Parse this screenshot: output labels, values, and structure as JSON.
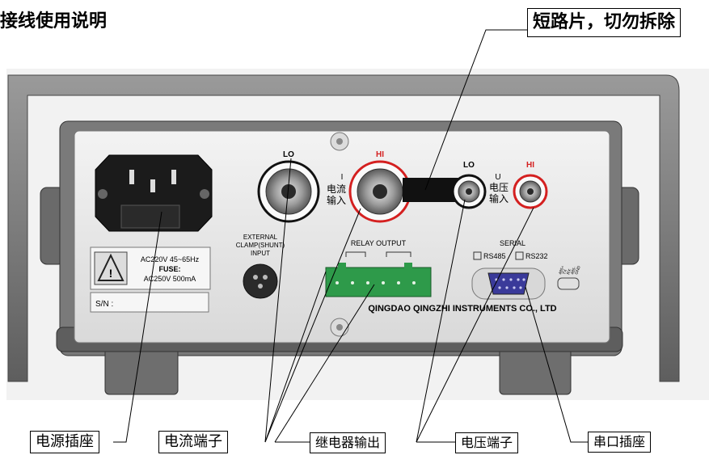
{
  "title": "接线使用说明",
  "callouts": {
    "shorting_bar": "短路片，切勿拆除",
    "power_socket": "电源插座",
    "current_terminals": "电流端子",
    "relay_output": "继电器输出",
    "voltage_terminals": "电压端子",
    "serial_port": "串口插座"
  },
  "panel": {
    "lo_current": "LO",
    "hi_current": "HI",
    "lo_voltage": "LO",
    "hi_voltage": "HI",
    "current_symbol": "I",
    "current_input_1": "电流",
    "current_input_2": "输入",
    "voltage_symbol": "U",
    "voltage_input_1": "电压",
    "voltage_input_2": "输入",
    "clamp_1": "EXTERNAL",
    "clamp_2": "CLAMP(SHUNT)",
    "clamp_3": "INPUT",
    "relay": "RELAY OUTPUT",
    "serial": "SERIAL",
    "rs485": "RS485",
    "rs232": "RS232",
    "power_spec_1": "AC220V 45~65Hz",
    "fuse": "FUSE:",
    "power_spec_2": "AC250V 500mA",
    "sn": "S/N :",
    "manufacturer": "QINGDAO QINGZHI INSTRUMENTS CO., LTD",
    "pin_labels": [
      "485+",
      "TX",
      "RX",
      "485-",
      "GND"
    ]
  },
  "colors": {
    "hi_ring": "#d42020",
    "relay_block": "#2e9a4a",
    "serial_port": "#3a3a9a",
    "shorting_bar": "#111111"
  }
}
